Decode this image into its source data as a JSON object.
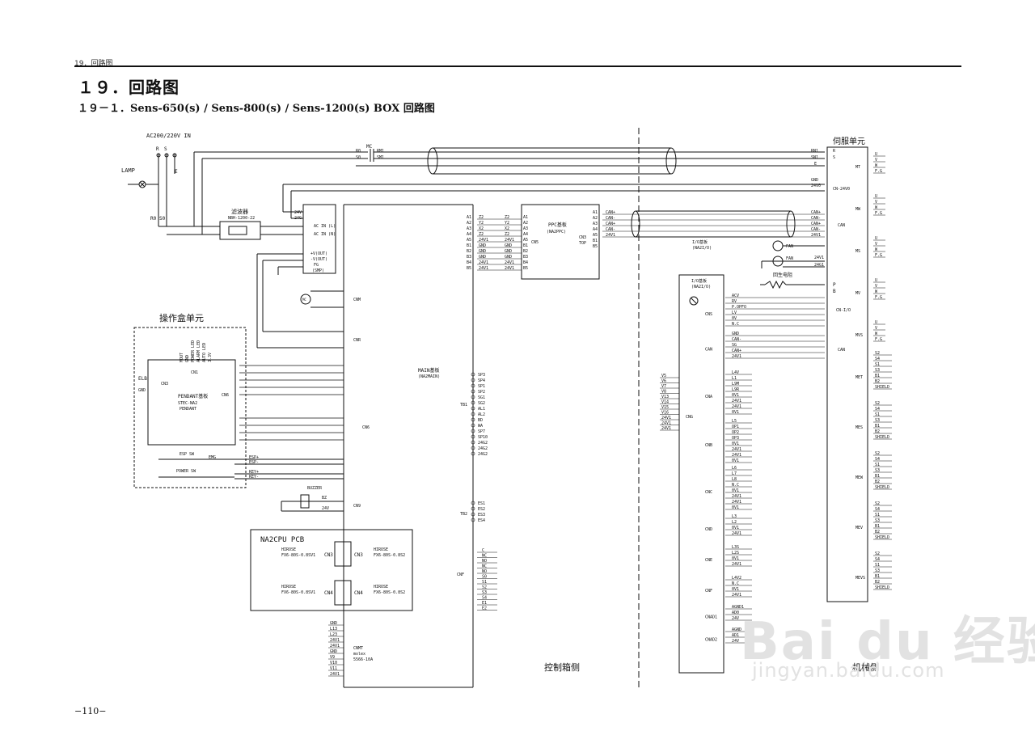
{
  "header": {
    "section_tag": "19．回路图",
    "title": "１９．回路图",
    "subtitle": "１９－１．Sens-650(s) / Sens-800(s) / Sens-1200(s) BOX 回路图"
  },
  "page_number": "−110−",
  "watermark": {
    "brand": "Bai du 经验",
    "url": "jingyan.baidu.com"
  },
  "power_input": {
    "label": "AC200/220V IN",
    "phase_r": "R",
    "phase_s": "S",
    "earth": "E",
    "lamp": "LAMP",
    "r0": "R0",
    "s0": "S0"
  },
  "filter": {
    "name": "滤波器",
    "model": "NBH-1200-22"
  },
  "smp": {
    "ac_in_l": "AC IN (L)",
    "ac_in_n": "AC IN (N)",
    "v_out_plus": "+V(OUT)",
    "v_out_minus": "-V(OUT)",
    "fg": "FG",
    "name": "(SMP)",
    "v24": "24V",
    "g24": "24G"
  },
  "mc_line": {
    "mc": "MC",
    "r_in": "R0",
    "s_in": "S0",
    "r_out": "RM1",
    "s_out": "SM1"
  },
  "main_board": {
    "name": "MAIN基板",
    "model": "(NA2MAIN)"
  },
  "ppc_board": {
    "name": "PPC基板",
    "model": "(NA2PPC)",
    "cn5": "CN5",
    "cn3": "CN3",
    "top": "TOP",
    "pins_left": [
      "A1",
      "A2",
      "A3",
      "A4",
      "A5",
      "B1",
      "B2",
      "B3",
      "B4",
      "B5"
    ],
    "signals": [
      "Z2",
      "Y2",
      "X2",
      "Z2",
      "24V1",
      "GND",
      "GND",
      "GND",
      "24V1",
      "24V1"
    ]
  },
  "io_board": {
    "name": "I/O基板",
    "model": "(NA2I/O)"
  },
  "operation_box": {
    "title": "操作盒单元",
    "pendant": "PENDANT基板",
    "pendant_model": "STEC-NA2",
    "pendant_sub": "PENDANT",
    "elb": "ELB",
    "gnd": "GND",
    "cn1": "CN1",
    "cn3": "CN3",
    "cn6": "CN6",
    "cn1_signals": [
      "MOUT",
      "GND",
      "POWER LED",
      "ALARM LED",
      "AUTO LED",
      "3.3V"
    ]
  },
  "esp": {
    "label": "ESP SW",
    "emg": "EMG",
    "power_sw": "POWER SW",
    "esp_plus": "ESP+",
    "esp_minus": "ESP-",
    "key_plus": "KEY+",
    "key_minus": "KEY-"
  },
  "buzzer": {
    "label": "BUZZER",
    "bz": "BZ",
    "v24": "24V",
    "cn9": "CN9"
  },
  "cpu": {
    "title": "NA2CPU PCB",
    "hirose": "HIROSE",
    "cn3_part_left": "FX6-80S-0.8SV1",
    "cn3_part_right": "FX6-80S-0.8S2",
    "cn4_part_left": "FX6-80S-0.8SV1",
    "cn4_part_right": "FX6-80S-0.8S2",
    "cn3": "CN3",
    "cn4": "CN4"
  },
  "cnmt": {
    "label": "CNMT",
    "vendor": "molex",
    "part": "5566-10A",
    "signals": [
      "GND",
      "L13",
      "L23",
      "24V1",
      "24V1",
      "GND",
      "V9",
      "V10",
      "V11",
      "24V1"
    ]
  },
  "tb1": {
    "label": "TB1",
    "signals": [
      "SP3",
      "SP4",
      "SP1",
      "SP2",
      "SG1",
      "SG2",
      "AL1",
      "AL2",
      "BD",
      "WA",
      "SP7",
      "SP10",
      "24G2",
      "24G2",
      "24G2"
    ]
  },
  "tb2": {
    "label": "TB2",
    "signals": [
      "ES1",
      "ES2",
      "ES3",
      "ES4"
    ]
  },
  "cnf": {
    "label": "CNF",
    "signals": [
      "C",
      "NC",
      "NO",
      "NC",
      "NO",
      "S0",
      "S1",
      "S2",
      "S3",
      "S4",
      "E1",
      "E2"
    ]
  },
  "cng": {
    "label": "CNG",
    "signals": [
      "V5",
      "V6",
      "V7",
      "V8",
      "V13",
      "V14",
      "V15",
      "V16",
      "24V1",
      "24V1",
      "24V1"
    ]
  },
  "io_groups": [
    {
      "label": "CNS",
      "signals": [
        "ACV",
        "RV",
        "P.OPFO",
        "LV",
        "0V",
        "N.C"
      ]
    },
    {
      "label": "CAN",
      "signals": [
        "GND",
        "CAN-",
        "SG",
        "CAN+",
        "24V1"
      ]
    },
    {
      "label": "CNA",
      "signals": [
        "L4V",
        "L1",
        "L9M",
        "L9R",
        "0V1",
        "24V1",
        "24V1",
        "0V1"
      ]
    },
    {
      "label": "CNB",
      "signals": [
        "L5",
        "OP1",
        "OP2",
        "OP3",
        "0V1",
        "24V1",
        "24V1",
        "0V1"
      ]
    },
    {
      "label": "CNC",
      "signals": [
        "L6",
        "L7",
        "L8",
        "N.C",
        "0V1",
        "24V1",
        "24V1",
        "0V1"
      ]
    },
    {
      "label": "CND",
      "signals": [
        "L3",
        "L2",
        "0V1",
        "24V1"
      ]
    },
    {
      "label": "CNE",
      "signals": [
        "L3S",
        "L2S",
        "0V1",
        "24V1"
      ]
    },
    {
      "label": "CNF",
      "signals": [
        "L4V2",
        "N.C",
        "0V1",
        "24V1"
      ]
    },
    {
      "label": "CNAD1",
      "signals": [
        "AGND1",
        "AD0",
        "24V"
      ]
    },
    {
      "label": "CNAD2",
      "signals": [
        "AGND",
        "AD1",
        "24V"
      ]
    }
  ],
  "servo": {
    "title": "伺服单元",
    "rn1": "RN1",
    "sn1": "SN1",
    "e": "E",
    "r": "R",
    "s": "S",
    "cn24v": "CN-24V0",
    "can": "CAN",
    "cn_io": "CN-I/O",
    "regen": "回生电阻",
    "p": "P",
    "b": "B",
    "fan": "FAN",
    "v24": "24V1",
    "g24": "24G1",
    "cans": [
      "GND",
      "24V0"
    ],
    "can_signals": [
      "CAN+",
      "CAN-",
      "CAN+",
      "CAN-",
      "24V1"
    ],
    "axes": [
      "MT",
      "MW",
      "MS",
      "MV",
      "MVS"
    ],
    "encoders": [
      "MET",
      "MES",
      "MEW",
      "MEV",
      "MEVS"
    ],
    "motor_pins": [
      "U",
      "V",
      "W",
      "F.G"
    ],
    "enc_pins": [
      "S2",
      "S4",
      "S1",
      "S3",
      "B1",
      "B2",
      "SHIELD"
    ]
  },
  "sides": {
    "control_box": "控制箱侧",
    "machine_side": "机械侧"
  },
  "connectors_main": [
    "CNM",
    "CNR",
    "CN6",
    "CN9"
  ]
}
